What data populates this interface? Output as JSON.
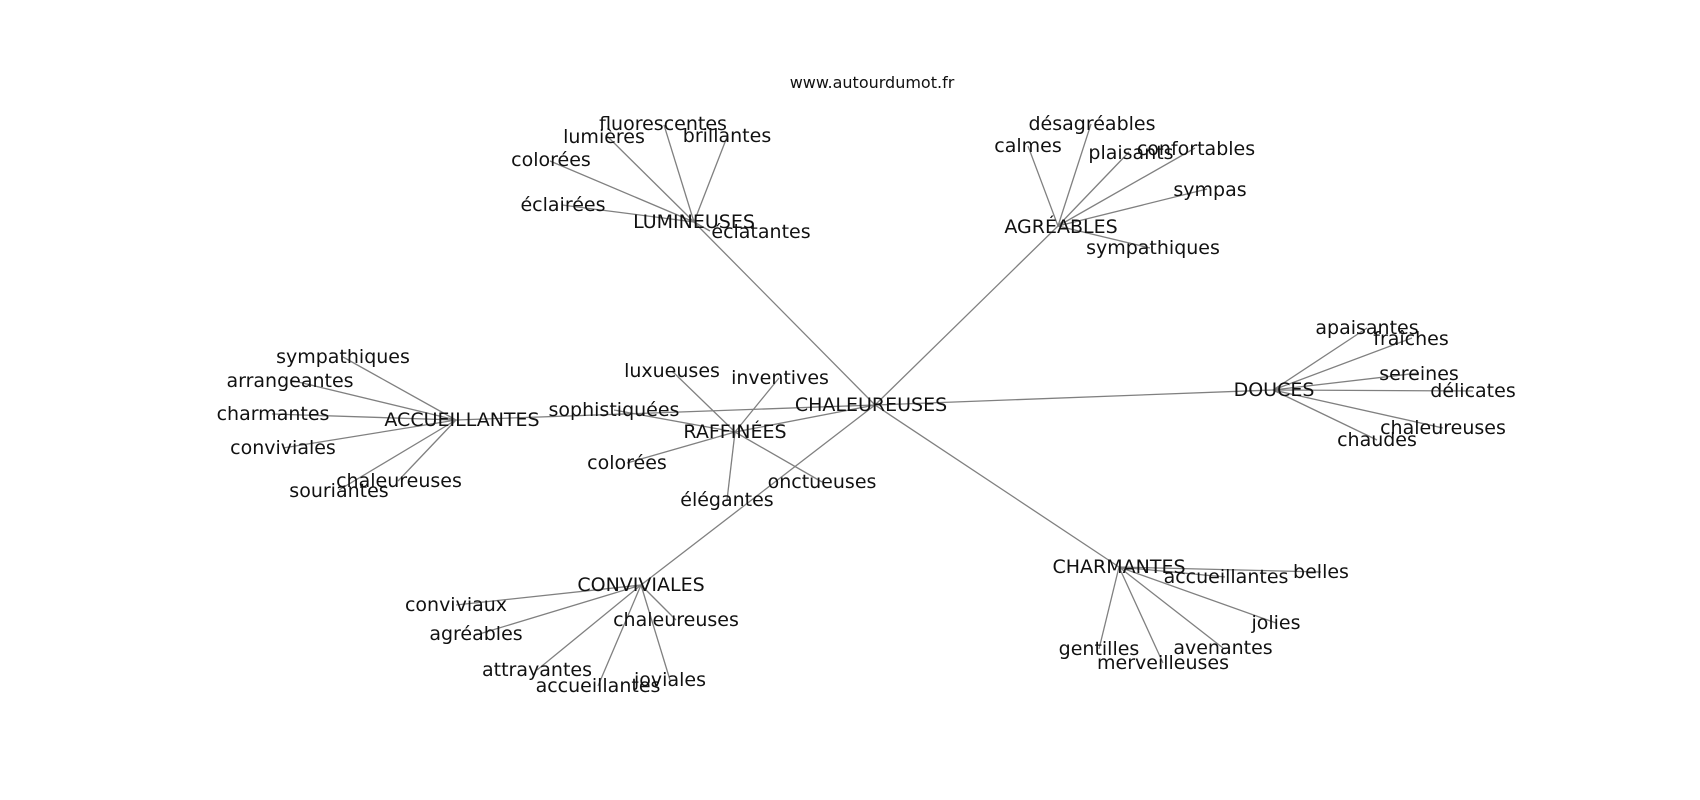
{
  "source": "www.autourdumot.fr",
  "graph": {
    "root": "CHALEUREUSES",
    "groups": [
      {
        "hub": "LUMINEUSES",
        "leaves": [
          "fluorescentes",
          "lumières",
          "brillantes",
          "colorées",
          "éclairées",
          "éclatantes"
        ]
      },
      {
        "hub": "AGRÉABLES",
        "leaves": [
          "désagréables",
          "calmes",
          "plaisants",
          "confortables",
          "sympas",
          "sympathiques"
        ]
      },
      {
        "hub": "ACCUEILLANTES",
        "leaves": [
          "sympathiques",
          "arrangeantes",
          "charmantes",
          "conviviales",
          "chaleureuses",
          "souriantes"
        ]
      },
      {
        "hub": "RAFFINÉES",
        "leaves": [
          "luxueuses",
          "inventives",
          "sophistiquées",
          "colorées",
          "onctueuses",
          "élégantes"
        ]
      },
      {
        "hub": "DOUCES",
        "leaves": [
          "apaisantes",
          "fraîches",
          "sereines",
          "délicates",
          "chaleureuses",
          "chaudes"
        ]
      },
      {
        "hub": "CONVIVIALES",
        "leaves": [
          "conviviaux",
          "agréables",
          "chaleureuses",
          "attrayantes",
          "accueillantes",
          "joviales"
        ]
      },
      {
        "hub": "CHARMANTES",
        "leaves": [
          "belles",
          "accueillantes",
          "jolies",
          "gentilles",
          "avenantes",
          "merveilleuses"
        ]
      }
    ]
  }
}
